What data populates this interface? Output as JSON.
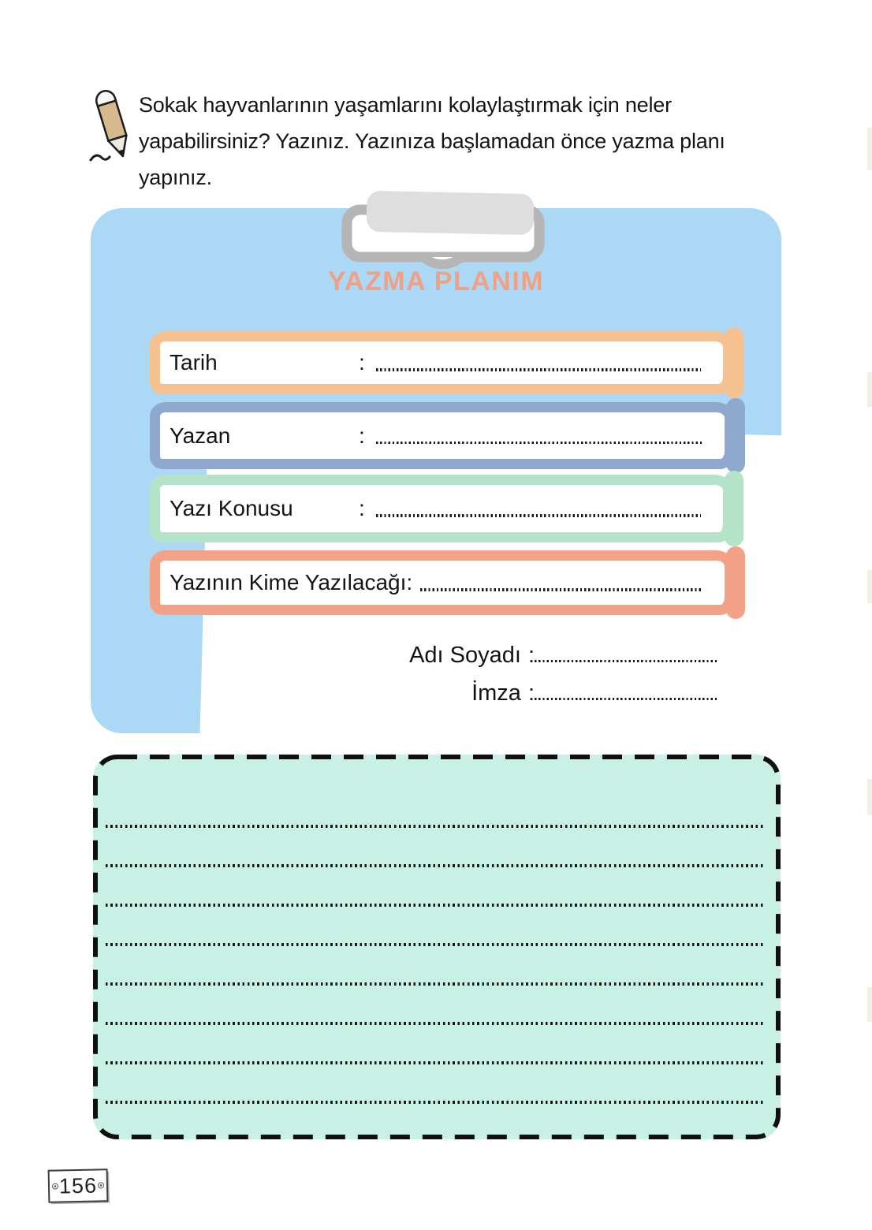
{
  "instruction": {
    "lines": [
      "Sokak hayvanlarının yaşamlarını kolaylaştırmak için neler",
      "yapabilirsiniz? Yazınız. Yazınıza başlamadan önce yazma planı",
      "yapınız."
    ]
  },
  "plan_card": {
    "title": "YAZMA PLANIM",
    "fields": [
      {
        "label": "Tarih",
        "colon": ":",
        "value": ""
      },
      {
        "label": "Yazan",
        "colon": ":",
        "value": ""
      },
      {
        "label": "Yazı Konusu",
        "colon": ":",
        "value": ""
      },
      {
        "label": "Yazının Kime Yazılacağı:",
        "colon": "",
        "value": ""
      }
    ],
    "signature_fields": [
      {
        "label": "Adı Soyadı",
        "colon": ":",
        "value": ""
      },
      {
        "label": "İmza",
        "colon": ":",
        "value": ""
      }
    ]
  },
  "writing_area": {
    "line_count": 8
  },
  "footer": {
    "page_number": "156"
  },
  "colors": {
    "clipboard-blue": "#AAD8F5",
    "title-coral": "#F2A083",
    "field-orange": "#F6C191",
    "field-blue": "#8FA9CE",
    "field-green": "#B5E3C9",
    "field-coral": "#F4A287",
    "writing-teal": "#C8F0E4",
    "clip-frame-gray": "#B5B5B5",
    "clip-handle-gray": "#DEDEDE",
    "pencil-tan": "#D8B98D"
  }
}
